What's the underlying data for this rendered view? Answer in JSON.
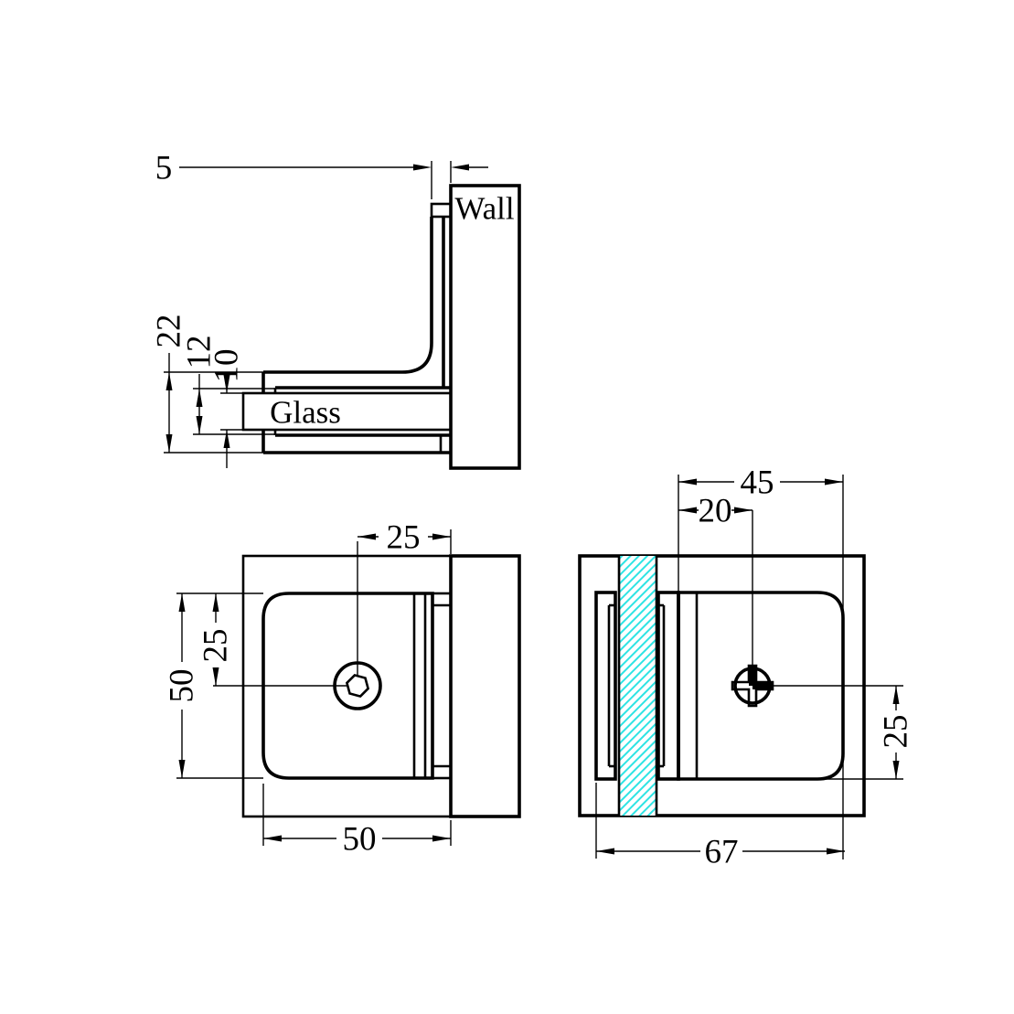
{
  "drawing": {
    "title": "glass-clamp-technical-drawing",
    "labels": {
      "wall": "Wall",
      "glass": "Glass"
    },
    "side_view": {
      "dims": {
        "wall_gap": "5",
        "overall_height": "22",
        "jaw_opening": "12",
        "glass_thickness": "10"
      }
    },
    "front_view": {
      "dims": {
        "hole_offset_top": "25",
        "hole_offset_side": "25",
        "plate_height": "50",
        "plate_width": "50"
      }
    },
    "mount_view": {
      "dims": {
        "plate_width": "45",
        "hole_offset": "20",
        "hole_to_bottom": "25",
        "overall_depth": "67"
      }
    },
    "colors": {
      "line": "#000000",
      "wall_fill": "#d9d9d9",
      "glass_hatch": "#2ee4e4",
      "background": "#ffffff"
    }
  }
}
